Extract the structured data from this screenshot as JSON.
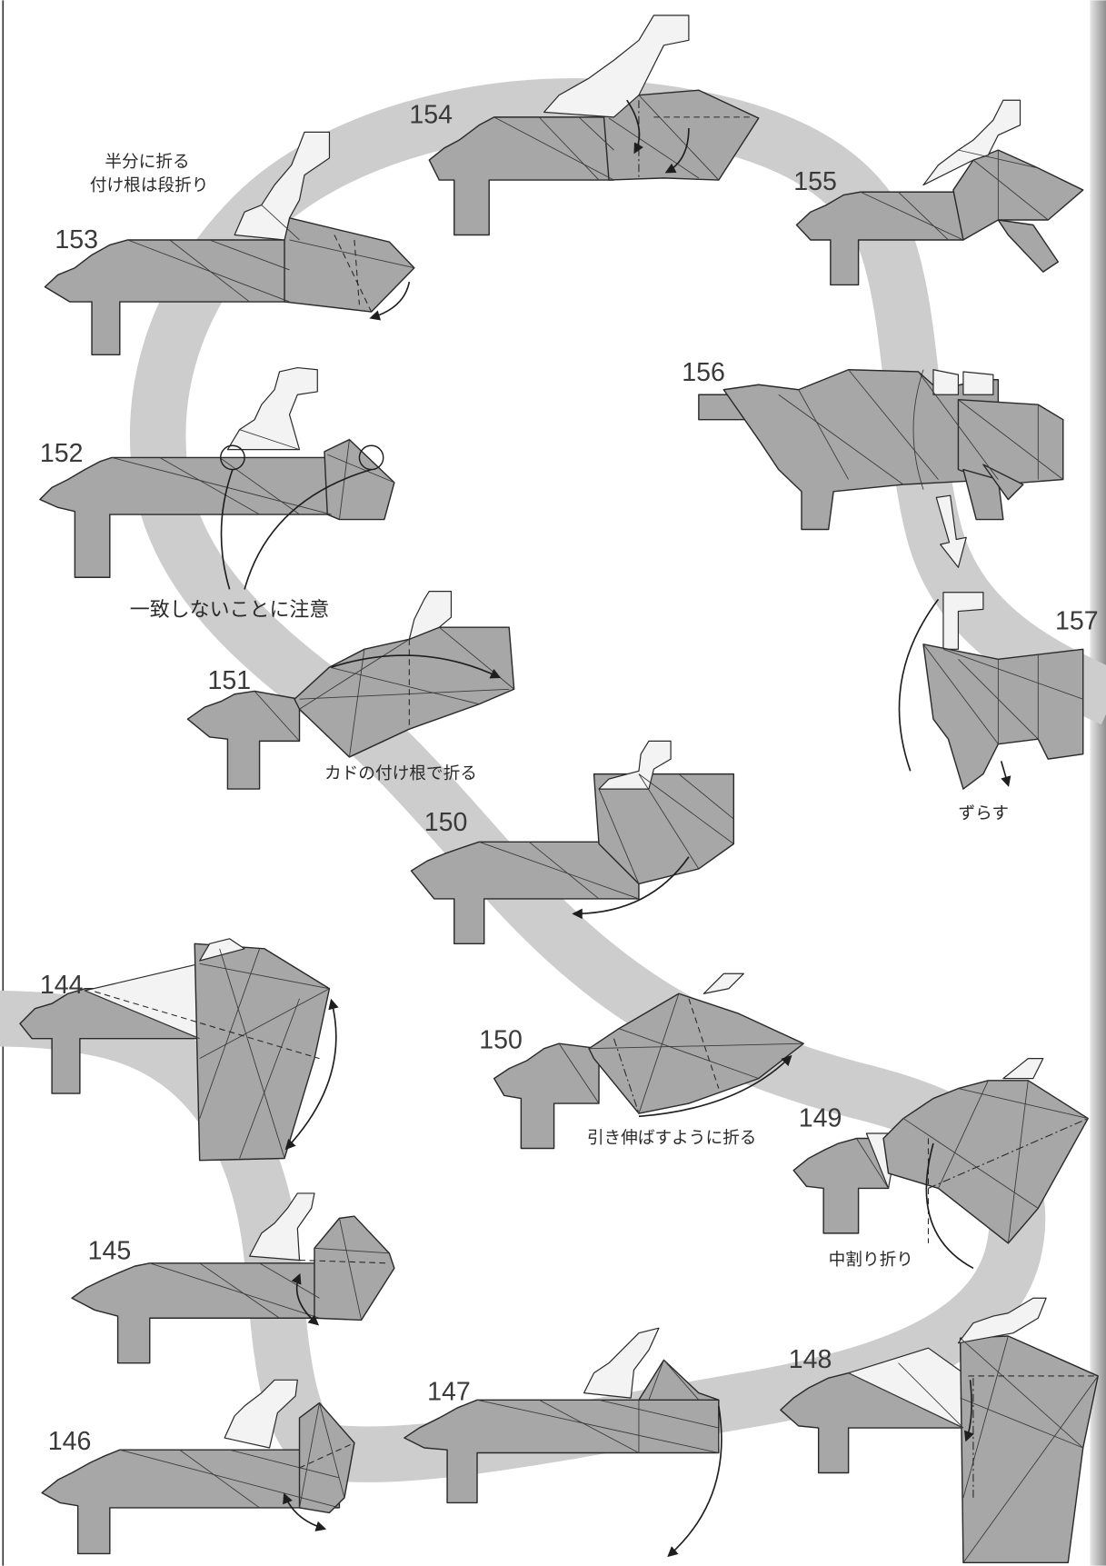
{
  "step_numbers": [
    "153",
    "154",
    "155",
    "156",
    "152",
    "157",
    "151",
    "150",
    "144",
    "150",
    "149",
    "145",
    "148",
    "147",
    "146"
  ],
  "annotations": {
    "fold_half": "半分に折る",
    "base_step_fold": "付け根は段折り",
    "note_mismatch": "一致しないことに注意",
    "fold_at_corner_base": "カドの付け根で折る",
    "shift": "ずらす",
    "fold_stretch": "引き伸ばすように折る",
    "inside_reverse": "中割り折り"
  },
  "colors": {
    "model_fill": "#a7a7a7",
    "path_band": "#cdcdcd",
    "ink": "#2a2a2a"
  }
}
